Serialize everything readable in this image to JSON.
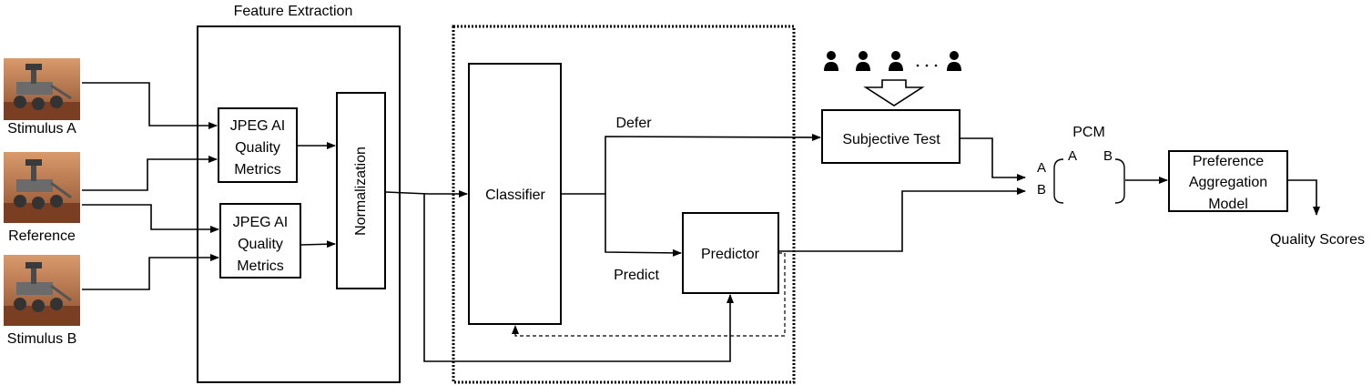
{
  "title": "Feature Extraction",
  "inputs": {
    "stimulus_a": "Stimulus A",
    "reference": "Reference",
    "stimulus_b": "Stimulus B"
  },
  "metrics_top": [
    "JPEG AI",
    "Quality",
    "Metrics"
  ],
  "metrics_bottom": [
    "JPEG AI",
    "Quality",
    "Metrics"
  ],
  "normalization": "Normalization",
  "classifier": "Classifier",
  "defer": "Defer",
  "predict": "Predict",
  "predictor": "Predictor",
  "subjective_test": "Subjective Test",
  "pcm": {
    "title": "PCM",
    "col_a": "A",
    "col_b": "B",
    "row_a": "A",
    "row_b": "B"
  },
  "aggregation": [
    "Preference",
    "Aggregation",
    "Model"
  ],
  "output": "Quality Scores",
  "colors": {
    "stroke": "#000000",
    "photo_sky": "#c9825a",
    "photo_ground": "#8a4a2a",
    "rover": "#5a5a5a"
  }
}
